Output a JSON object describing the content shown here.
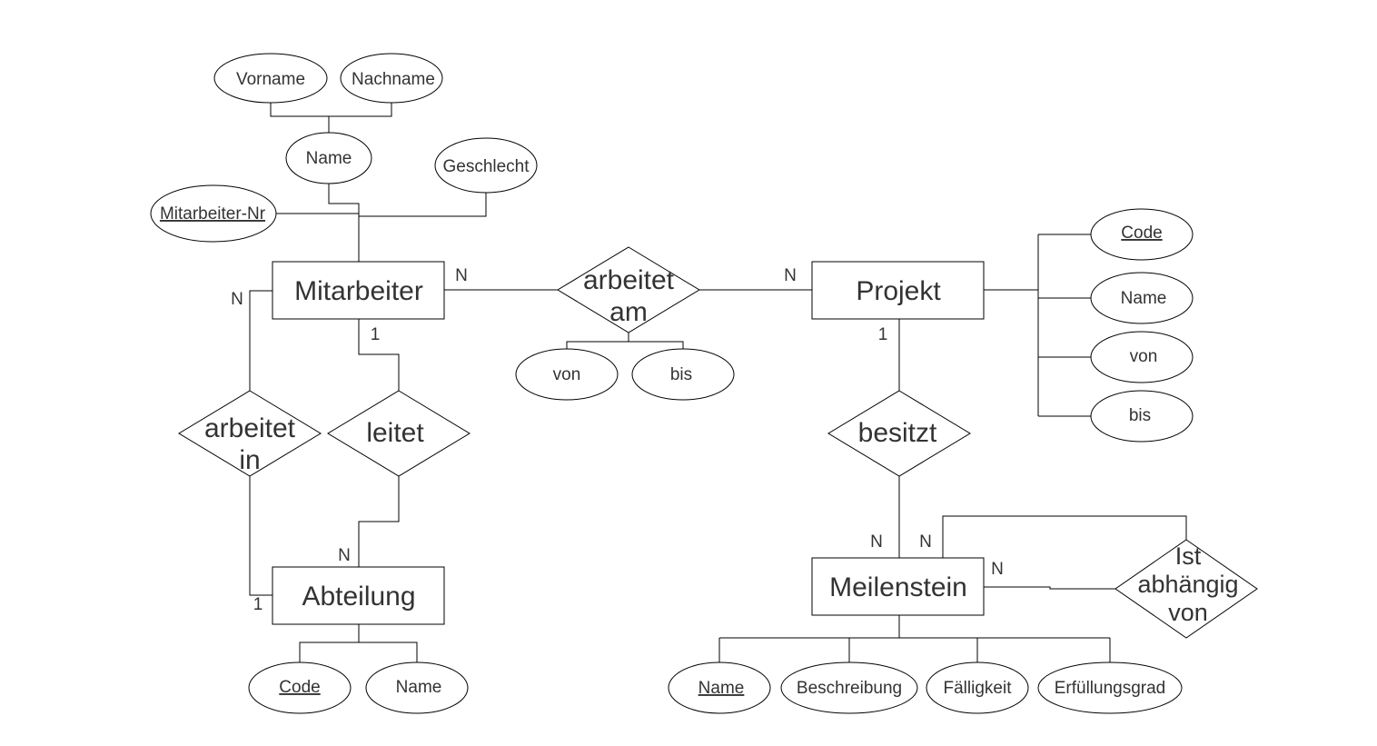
{
  "entities": {
    "mitarbeiter": "Mitarbeiter",
    "projekt": "Projekt",
    "abteilung": "Abteilung",
    "meilenstein": "Meilenstein"
  },
  "relationships": {
    "arbeitet_am": [
      "arbeitet",
      "am"
    ],
    "arbeitet_in": [
      "arbeitet",
      "in"
    ],
    "leitet": [
      "leitet"
    ],
    "besitzt": [
      "besitzt"
    ],
    "ist_abhaengig_von": [
      "Ist",
      "abhängig",
      "von"
    ]
  },
  "attributes": {
    "mitarbeiter": {
      "vorname": "Vorname",
      "nachname": "Nachname",
      "name": "Name",
      "geschlecht": "Geschlecht",
      "mitarbeiter_nr": "Mitarbeiter-Nr"
    },
    "arbeitet_am": {
      "von": "von",
      "bis": "bis"
    },
    "projekt": {
      "code": "Code",
      "name": "Name",
      "von": "von",
      "bis": "bis"
    },
    "abteilung": {
      "code": "Code",
      "name": "Name"
    },
    "meilenstein": {
      "name": "Name",
      "beschreibung": "Beschreibung",
      "faelligkeit": "Fälligkeit",
      "erfuellungsgrad": "Erfüllungsgrad"
    }
  },
  "cardinalities": {
    "mitarbeiter_arbeitet_am": "N",
    "projekt_arbeitet_am": "N",
    "mitarbeiter_arbeitet_in": "N",
    "abteilung_arbeitet_in": "1",
    "mitarbeiter_leitet": "1",
    "abteilung_leitet": "N",
    "projekt_besitzt": "1",
    "meilenstein_besitzt": "N",
    "meilenstein_abhaengig_top": "N",
    "meilenstein_abhaengig_right": "N"
  }
}
